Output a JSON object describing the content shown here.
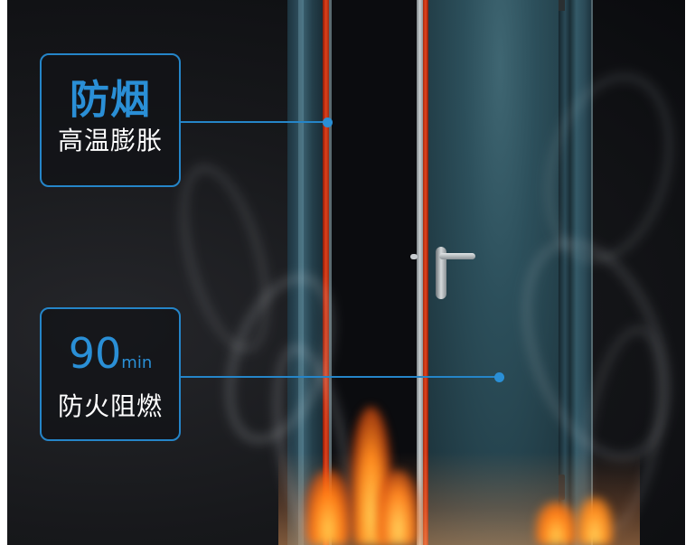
{
  "callouts": [
    {
      "title": "防烟",
      "subtitle": "高温膨胀",
      "target": "door-frame-seal"
    },
    {
      "number": "90",
      "unit": "min",
      "subtitle": "防火阻燃",
      "target": "door-panel"
    }
  ],
  "colors": {
    "accent": "#2585c8",
    "seal": "#e0401a",
    "door": "#2c4f5b",
    "background": "#111215"
  },
  "icons": [
    "door-handle-icon",
    "hinge-icon"
  ]
}
